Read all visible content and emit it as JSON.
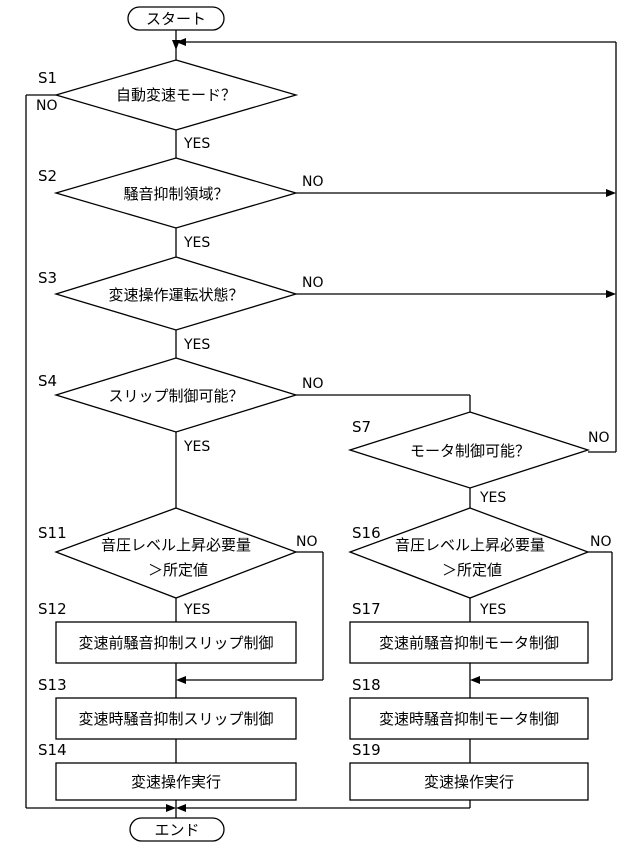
{
  "terminals": {
    "start": "スタート",
    "end": "エンド"
  },
  "steps": {
    "s1": "S1",
    "s2": "S2",
    "s3": "S3",
    "s4": "S4",
    "s7": "S7",
    "s11": "S11",
    "s12": "S12",
    "s13": "S13",
    "s14": "S14",
    "s16": "S16",
    "s17": "S17",
    "s18": "S18",
    "s19": "S19"
  },
  "decisions": {
    "s1": "自動変速モード？",
    "s2": "騒音抑制領域？",
    "s3": "変速操作運転状態？",
    "s4": "スリップ制御可能？",
    "s7": "モータ制御可能？",
    "s11_line1": "音圧レベル上昇必要量",
    "s11_line2": "＞所定値",
    "s16_line1": "音圧レベル上昇必要量",
    "s16_line2": "＞所定値"
  },
  "processes": {
    "s12": "変速前騒音抑制スリップ制御",
    "s13": "変速時騒音抑制スリップ制御",
    "s14": "変速操作実行",
    "s17": "変速前騒音抑制モータ制御",
    "s18": "変速時騒音抑制モータ制御",
    "s19": "変速操作実行"
  },
  "labels": {
    "yes": "YES",
    "no": "NO"
  }
}
